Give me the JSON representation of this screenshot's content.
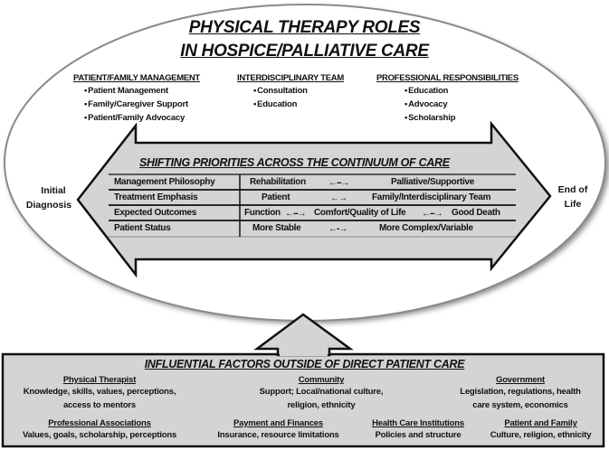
{
  "title": {
    "line1": "PHYSICAL THERAPY ROLES",
    "line2": "IN HOSPICE/PALLIATIVE CARE"
  },
  "roles": [
    {
      "heading": "PATIENT/FAMILY MANAGEMENT",
      "items": [
        "Patient Management",
        "Family/Caregiver Support",
        "Patient/Family Advocacy"
      ]
    },
    {
      "heading": "INTERDISCIPLINARY TEAM",
      "items": [
        "Consultation",
        "Education"
      ]
    },
    {
      "heading": "PROFESSIONAL RESPONSIBILITIES",
      "items": [
        "Education",
        "Advocacy",
        "Scholarship"
      ]
    }
  ],
  "continuum": {
    "title": "SHIFTING PRIORITIES ACROSS THE CONTINUUM OF CARE",
    "start_label_1": "Initial",
    "start_label_2": "Diagnosis",
    "end_label_1": "End of",
    "end_label_2": "Life",
    "rows": [
      {
        "label": "Management  Philosophy",
        "from": "Rehabilitation",
        "arrow": "←--→",
        "to": "Palliative/Supportive"
      },
      {
        "label": "Treatment Emphasis",
        "from": "Patient",
        "arrow": "←→",
        "to": "Family/Interdisciplinary Team"
      },
      {
        "label": "Expected Outcomes",
        "from": "Function",
        "arrow": "←--→",
        "mid": "Comfort/Quality of Life",
        "arrow2": "←--→",
        "to": "Good Death"
      },
      {
        "label": "Patient Status",
        "from": "More Stable",
        "arrow": "←-→",
        "to": "More Complex/Variable"
      }
    ]
  },
  "influential": {
    "title": "INFLUENTIAL FACTORS OUTSIDE OF DIRECT PATIENT CARE",
    "factors": [
      {
        "heading": "Physical Therapist",
        "line1": "Knowledge, skills, values, perceptions,",
        "line2": "access to mentors"
      },
      {
        "heading": "Community",
        "line1": "Support; Local/national culture,",
        "line2": "religion, ethnicity"
      },
      {
        "heading": "Government",
        "line1": "Legislation, regulations, health",
        "line2": "care system, economics"
      },
      {
        "heading": "Professional Associations",
        "line1": "Values, goals, scholarship, perceptions"
      },
      {
        "heading": "Payment and Finances",
        "line1": "Insurance, resource limitations"
      },
      {
        "heading": "Health Care Institutions",
        "line1": "Policies and structure"
      },
      {
        "heading": "Patient and Family",
        "line1": "Culture, religion, ethnicity"
      }
    ]
  },
  "colors": {
    "shape_fill": "#d4d4d4",
    "outline": "#111111",
    "ellipse_shadow": "#9a9a9a",
    "background": "#ffffff"
  }
}
